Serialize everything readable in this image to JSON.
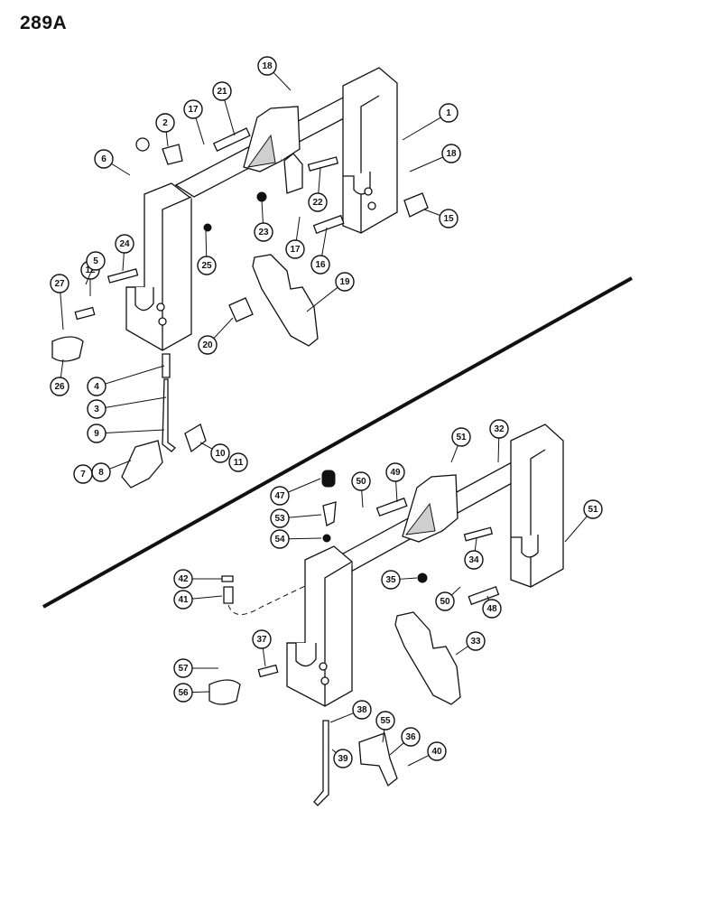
{
  "page_number": "289A",
  "upper_assembly": {
    "callouts": [
      "18",
      "21",
      "17",
      "2",
      "1",
      "6",
      "18",
      "22",
      "23",
      "15",
      "24",
      "12",
      "5",
      "25",
      "17",
      "16",
      "27",
      "19",
      "20",
      "26",
      "4",
      "3",
      "9",
      "10",
      "11",
      "7",
      "8"
    ]
  },
  "lower_assembly": {
    "callouts": [
      "51",
      "32",
      "47",
      "50",
      "49",
      "53",
      "51",
      "54",
      "42",
      "41",
      "35",
      "34",
      "50",
      "48",
      "37",
      "33",
      "57",
      "56",
      "38",
      "55",
      "36",
      "40",
      "39"
    ]
  }
}
